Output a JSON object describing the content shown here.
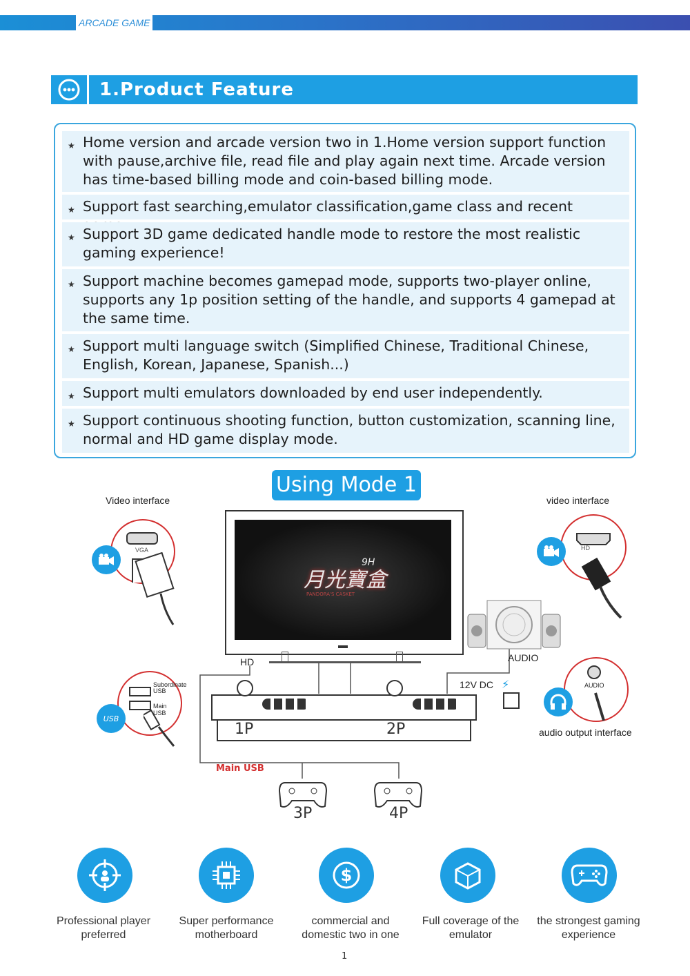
{
  "header": {
    "banner_label": "ARCADE GAME"
  },
  "section": {
    "title": "1.Product Feature"
  },
  "features": [
    "Home version and arcade version two in 1.Home version support function with pause,archive file, read file and play again next time. Arcade version has time-based billing mode and coin-based billing mode.",
    "Support fast searching,emulator classification,game class and recent game.",
    "Support 3D game dedicated handle mode to restore the most realistic gaming experience!",
    "Support machine becomes gamepad mode, supports two-player online, supports any 1p position setting of the handle, and supports 4 gamepad at the same time.",
    "Support multi language switch (Simplified Chinese, Traditional Chinese, English, Korean, Japanese, Spanish...)",
    "Support multi emulators downloaded by end user independently.",
    "Support continuous shooting function, button customization, scanning line, normal and HD game display mode."
  ],
  "diagram": {
    "mode_title": "Using Mode 1",
    "video_interface_left": "Video interface",
    "video_interface_right": "video interface",
    "vga_label": "VGA",
    "hd_connector_label": "HD",
    "hd_port_label": "HD",
    "audio_label": "AUDIO",
    "audio_port_label": "AUDIO",
    "audio_output": "audio output interface",
    "dc_label": "12V DC",
    "subordinate_usb": "Subordinate USB",
    "main_usb_port": "Main USB",
    "usb_badge": "USB",
    "main_usb": "Main USB",
    "tv_logo": "月光寶盒",
    "tv_logo_sub": "PANDORA'S CASKET",
    "tv_logo_mark": "9H",
    "p1": "1P",
    "p2": "2P",
    "p3": "3P",
    "p4": "4P"
  },
  "bottom_features": [
    {
      "label": "Professional player preferred",
      "icon": "crosshair-players-icon"
    },
    {
      "label": "Super performance motherboard",
      "icon": "chip-icon"
    },
    {
      "label": "commercial and domestic two in one",
      "icon": "dollar-icon"
    },
    {
      "label": "Full coverage of the emulator",
      "icon": "cube-icon"
    },
    {
      "label": "the strongest gaming experience",
      "icon": "gamepad-icon"
    }
  ],
  "page_number": "1",
  "colors": {
    "accent": "#1e9fe3",
    "panel_row": "#e6f3fb",
    "red": "#d32f2f"
  }
}
